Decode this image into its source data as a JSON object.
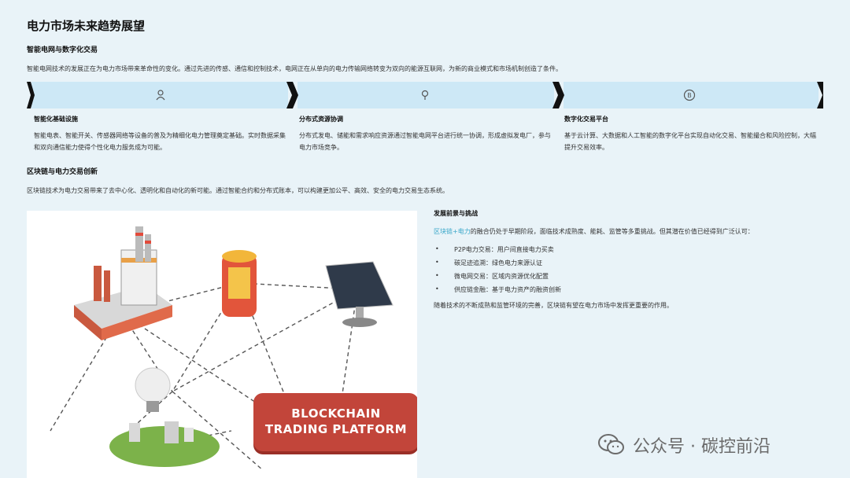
{
  "page": {
    "title": "电力市场未来趋势展望"
  },
  "section1": {
    "title": "智能电网与数字化交易",
    "intro": "智能电网技术的发展正在为电力市场带来革命性的变化。通过先进的传感、通信和控制技术，电网正在从单向的电力传输网络转变为双向的能源互联网，为新的商业模式和市场机制创造了条件。",
    "steps": [
      {
        "icon": "person-icon",
        "title": "智能化基础设施",
        "desc": "智能电表、智能开关、传感器网络等设备的普及为精细化电力管理奠定基础。实时数据采集和双向通信能力使得个性化电力服务成为可能。"
      },
      {
        "icon": "bulb-icon",
        "title": "分布式资源协调",
        "desc": "分布式发电、储能和需求响应资源通过智能电网平台进行统一协调，形成虚拟发电厂，参与电力市场竞争。"
      },
      {
        "icon": "coin-icon",
        "title": "数字化交易平台",
        "desc": "基于云计算、大数据和人工智能的数字化平台实现自动化交易、智能撮合和风险控制，大幅提升交易效率。"
      }
    ],
    "band_color": "#cde8f6"
  },
  "section2": {
    "title": "区块链与电力交易创新",
    "intro": "区块链技术为电力交易带来了去中心化、透明化和自动化的新可能。通过智能合约和分布式账本，可以构建更加公平、高效、安全的电力交易生态系统。",
    "image": {
      "label_line1": "BLOCKCHAIN",
      "label_line2": "TRADING PLATFORM",
      "label_color": "#c2453a"
    },
    "right": {
      "title": "发展前景与挑战",
      "intro_highlight": "区块链+电力",
      "intro_rest": "的融合仍处于早期阶段，面临技术成熟度、能耗、监管等多重挑战。但其潜在价值已经得到广泛认可：",
      "bullet": "•",
      "items": [
        "P2P电力交易：用户间直接电力买卖",
        "碳足迹追溯：绿色电力来源认证",
        "微电网交易：区域内资源优化配置",
        "供应链金融：基于电力资产的融资创新"
      ],
      "outro": "随着技术的不断成熟和监管环境的完善，区块链有望在电力市场中发挥更重要的作用。",
      "highlight_color": "#3aa7c9"
    }
  },
  "watermark": {
    "text": "公众号 · 碳控前沿"
  }
}
